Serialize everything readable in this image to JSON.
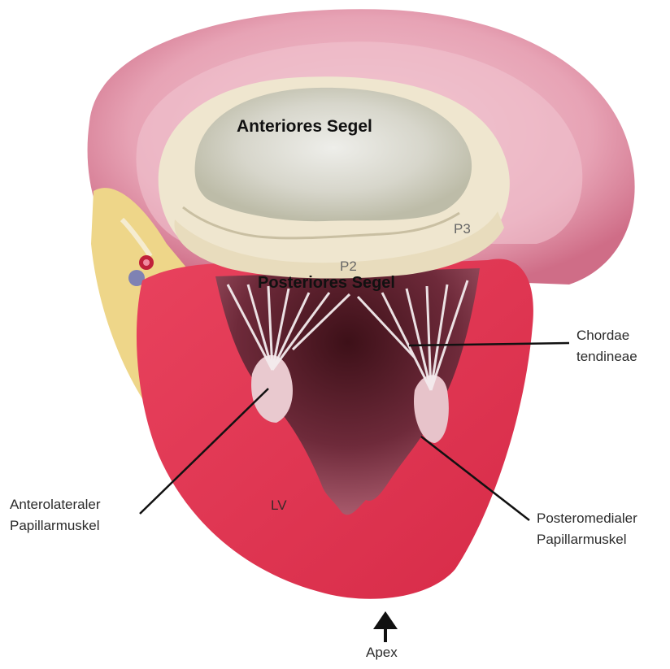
{
  "diagram": {
    "labels": {
      "anterior_leaflet": "Anteriores Segel",
      "posterior_leaflet": "Posteriores Segel",
      "p2": "P2",
      "p3": "P3",
      "chordae_line1": "Chordae",
      "chordae_line2": "tendineae",
      "anterolateral_line1": "Anterolateraler",
      "anterolateral_line2": "Papillarmuskel",
      "posteromedial_line1": "Posteromedialer",
      "posteromedial_line2": "Papillarmuskel",
      "lv": "LV",
      "apex": "Apex"
    },
    "colors": {
      "myocardium": "#e0334f",
      "atrium": "#e9a9bb",
      "leaflet": "#efe6cf",
      "valve_center": "#d9d9cf",
      "cavity": "#5e2230",
      "fat": "#eed689",
      "chordae": "#f4ecee"
    }
  }
}
